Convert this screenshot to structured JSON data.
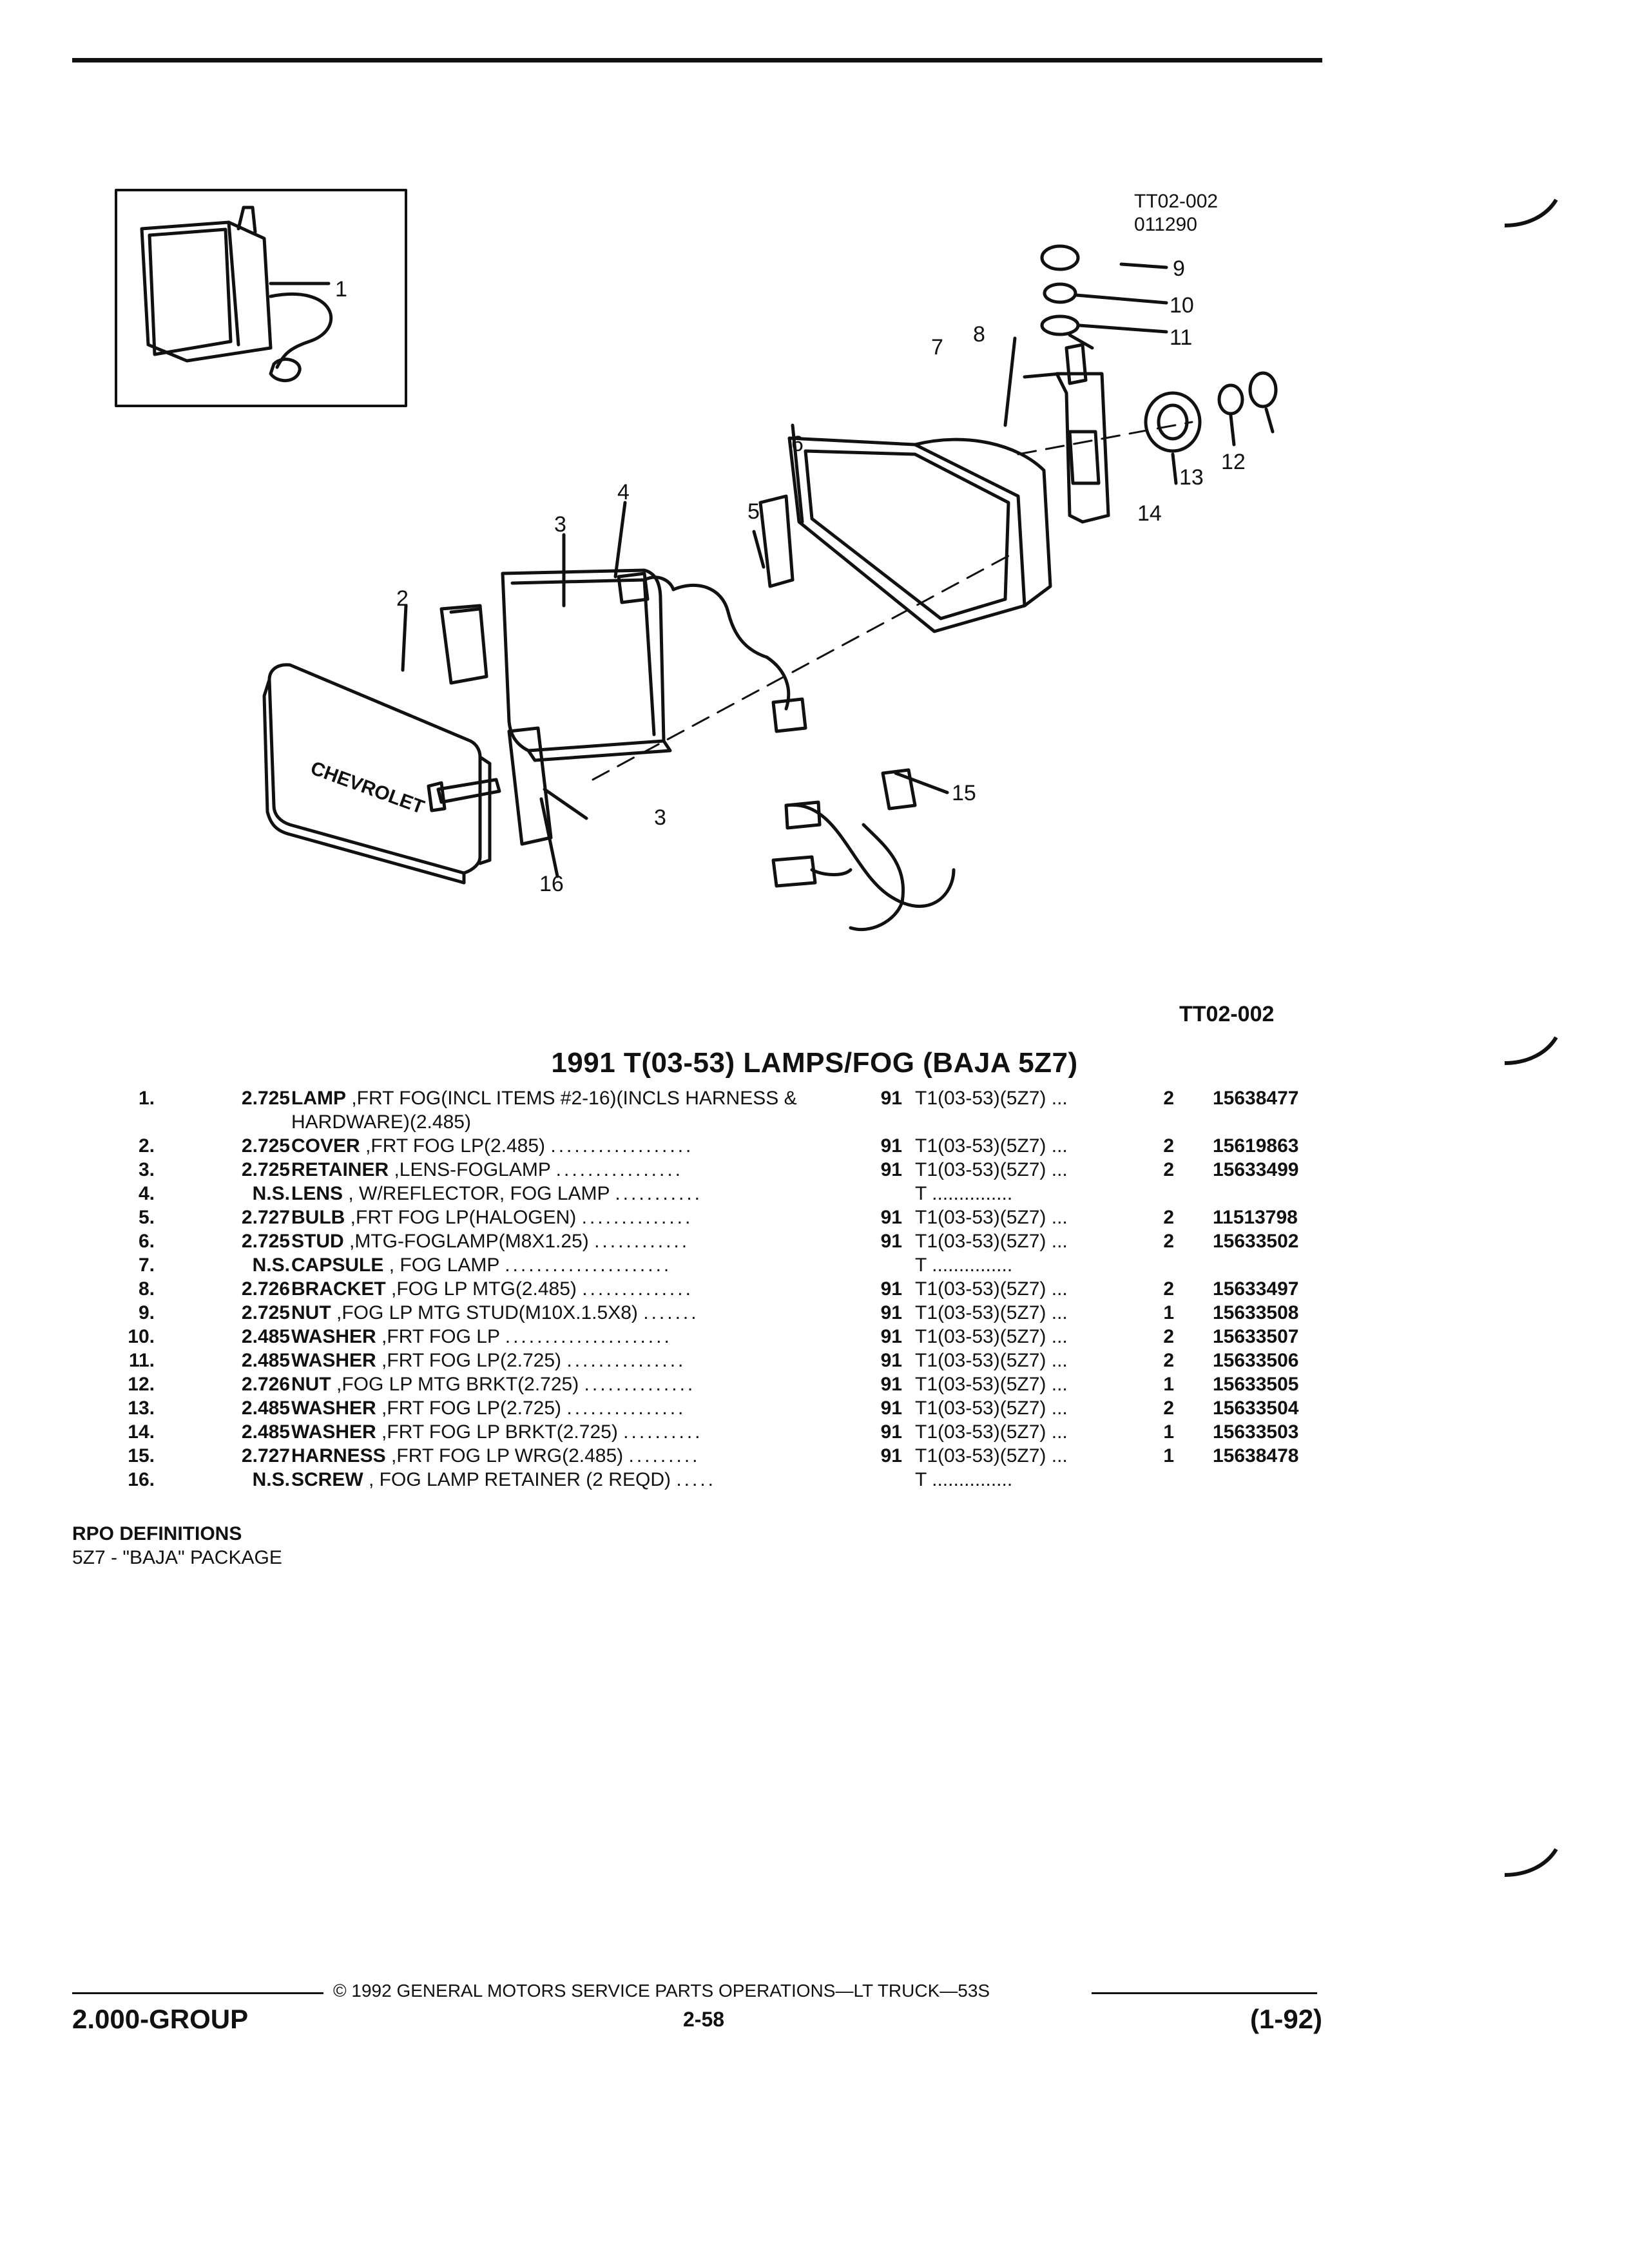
{
  "figure": {
    "code_top": "TT02-002",
    "date_code": "011290",
    "code_bottom": "TT02-002",
    "brand_text": "CHEVROLET",
    "callouts": [
      "1",
      "2",
      "3",
      "3",
      "4",
      "5",
      "6",
      "7",
      "8",
      "9",
      "10",
      "11",
      "12",
      "13",
      "14",
      "15",
      "16"
    ]
  },
  "title": "1991 T(03-53) LAMPS/FOG (BAJA 5Z7)",
  "parts": [
    {
      "num": "1.",
      "grp": "2.725",
      "name": "LAMP",
      "desc": ",FRT FOG(INCL ITEMS #2-16)(INCLS HARNESS & HARDWARE)(2.485)",
      "dots": "",
      "yr": "91",
      "ser": "T1(03-53)(5Z7)",
      "sdots": "...",
      "qty": "2",
      "pn": "15638477"
    },
    {
      "num": "2.",
      "grp": "2.725",
      "name": "COVER",
      "desc": ",FRT FOG LP(2.485)",
      "dots": "..................",
      "yr": "91",
      "ser": "T1(03-53)(5Z7)",
      "sdots": "...",
      "qty": "2",
      "pn": "15619863"
    },
    {
      "num": "3.",
      "grp": "2.725",
      "name": "RETAINER",
      "desc": ",LENS-FOGLAMP",
      "dots": "................",
      "yr": "91",
      "ser": "T1(03-53)(5Z7)",
      "sdots": "...",
      "qty": "2",
      "pn": "15633499"
    },
    {
      "num": "4.",
      "grp": "N.S.",
      "name": "LENS",
      "desc": ", W/REFLECTOR, FOG LAMP",
      "dots": "...........",
      "yr": "",
      "ser": "T",
      "sdots": "...............",
      "qty": "",
      "pn": ""
    },
    {
      "num": "5.",
      "grp": "2.727",
      "name": "BULB",
      "desc": ",FRT FOG LP(HALOGEN)",
      "dots": "..............",
      "yr": "91",
      "ser": "T1(03-53)(5Z7)",
      "sdots": "...",
      "qty": "2",
      "pn": "11513798"
    },
    {
      "num": "6.",
      "grp": "2.725",
      "name": "STUD",
      "desc": ",MTG-FOGLAMP(M8X1.25)",
      "dots": "............",
      "yr": "91",
      "ser": "T1(03-53)(5Z7)",
      "sdots": "...",
      "qty": "2",
      "pn": "15633502"
    },
    {
      "num": "7.",
      "grp": "N.S.",
      "name": "CAPSULE",
      "desc": ", FOG LAMP",
      "dots": ".....................",
      "yr": "",
      "ser": "T",
      "sdots": "...............",
      "qty": "",
      "pn": ""
    },
    {
      "num": "8.",
      "grp": "2.726",
      "name": "BRACKET",
      "desc": ",FOG LP MTG(2.485)",
      "dots": "..............",
      "yr": "91",
      "ser": "T1(03-53)(5Z7)",
      "sdots": "...",
      "qty": "2",
      "pn": "15633497"
    },
    {
      "num": "9.",
      "grp": "2.725",
      "name": "NUT",
      "desc": ",FOG LP MTG STUD(M10X.1.5X8)",
      "dots": ".......",
      "yr": "91",
      "ser": "T1(03-53)(5Z7)",
      "sdots": "...",
      "qty": "1",
      "pn": "15633508"
    },
    {
      "num": "10.",
      "grp": "2.485",
      "name": "WASHER",
      "desc": ",FRT FOG LP",
      "dots": ".....................",
      "yr": "91",
      "ser": "T1(03-53)(5Z7)",
      "sdots": "...",
      "qty": "2",
      "pn": "15633507"
    },
    {
      "num": "11.",
      "grp": "2.485",
      "name": "WASHER",
      "desc": ",FRT FOG LP(2.725)",
      "dots": "...............",
      "yr": "91",
      "ser": "T1(03-53)(5Z7)",
      "sdots": "...",
      "qty": "2",
      "pn": "15633506"
    },
    {
      "num": "12.",
      "grp": "2.726",
      "name": "NUT",
      "desc": ",FOG LP MTG BRKT(2.725)",
      "dots": "..............",
      "yr": "91",
      "ser": "T1(03-53)(5Z7)",
      "sdots": "...",
      "qty": "1",
      "pn": "15633505"
    },
    {
      "num": "13.",
      "grp": "2.485",
      "name": "WASHER",
      "desc": ",FRT FOG LP(2.725)",
      "dots": "...............",
      "yr": "91",
      "ser": "T1(03-53)(5Z7)",
      "sdots": "...",
      "qty": "2",
      "pn": "15633504"
    },
    {
      "num": "14.",
      "grp": "2.485",
      "name": "WASHER",
      "desc": ",FRT FOG LP BRKT(2.725)",
      "dots": "..........",
      "yr": "91",
      "ser": "T1(03-53)(5Z7)",
      "sdots": "...",
      "qty": "1",
      "pn": "15633503"
    },
    {
      "num": "15.",
      "grp": "2.727",
      "name": "HARNESS",
      "desc": ",FRT FOG LP WRG(2.485)",
      "dots": ".........",
      "yr": "91",
      "ser": "T1(03-53)(5Z7)",
      "sdots": "...",
      "qty": "1",
      "pn": "15638478"
    },
    {
      "num": "16.",
      "grp": "N.S.",
      "name": "SCREW",
      "desc": ", FOG LAMP RETAINER (2 REQD)",
      "dots": ".....",
      "yr": "",
      "ser": "T",
      "sdots": "...............",
      "qty": "",
      "pn": ""
    }
  ],
  "rpo": {
    "heading": "RPO DEFINITIONS",
    "line": "5Z7 - \"BAJA\" PACKAGE"
  },
  "footer": {
    "copyright": "© 1992 GENERAL MOTORS SERVICE PARTS OPERATIONS—LT TRUCK—53S",
    "group": "2.000-GROUP",
    "page": "2-58",
    "date": "(1-92)"
  }
}
